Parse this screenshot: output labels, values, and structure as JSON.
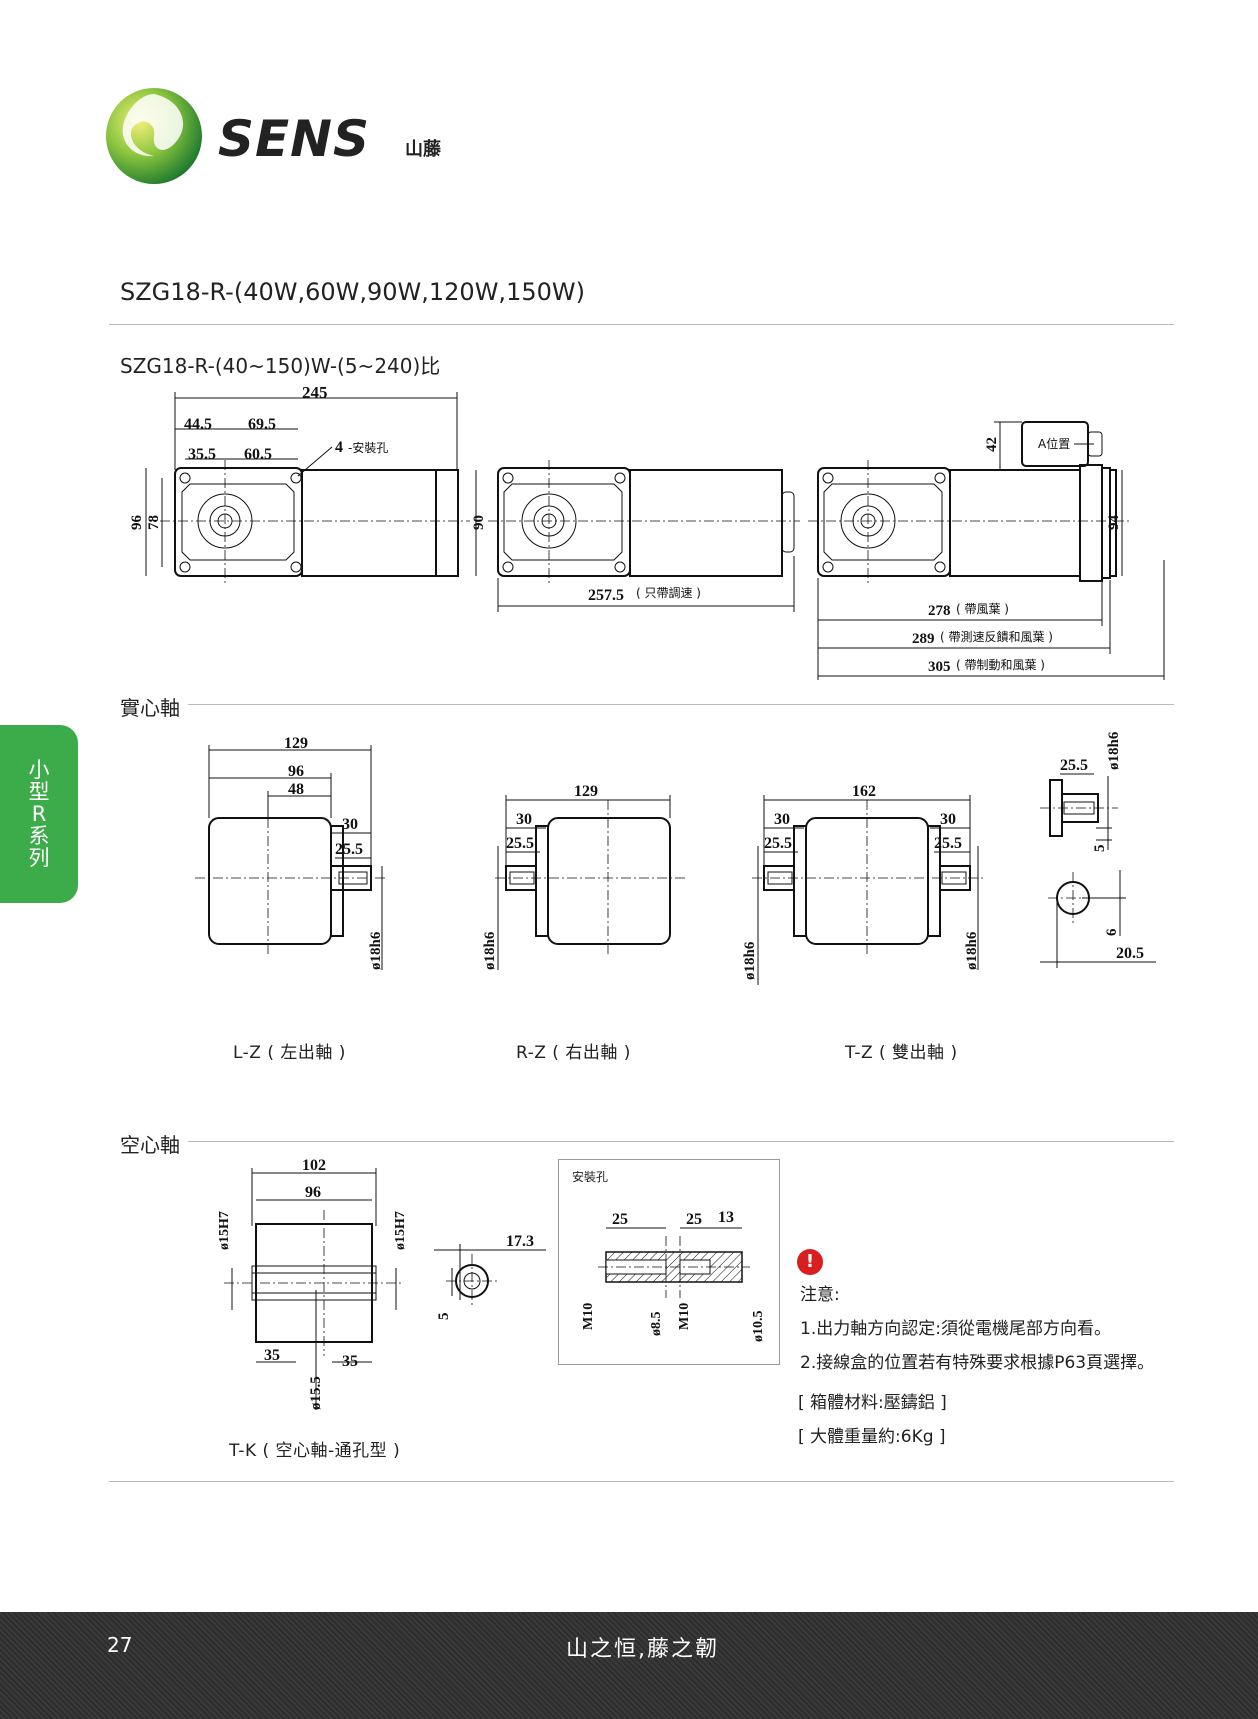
{
  "brand": {
    "logo_text": "SENS",
    "logo_cn": "山藤"
  },
  "header": {
    "model_title": "SZG18-R-(40W,60W,90W,120W,150W)",
    "sub_title": "SZG18-R-(40~150)W-(5~240)比"
  },
  "side_tab": {
    "chars": [
      "小",
      "型",
      "R",
      "系",
      "列"
    ]
  },
  "top_views": {
    "d245": "245",
    "d44_5": "44.5",
    "d69_5": "69.5",
    "d35_5": "35.5",
    "d60_5": "60.5",
    "holes": "4",
    "holes_label": "-安裝孔",
    "d96": "96",
    "d78": "78",
    "d90": "90",
    "d257_5": "257.5",
    "d257_5_note": "( 只帶調速 )",
    "d42": "42",
    "a_pos": "A位置",
    "d94": "94",
    "d278": "278",
    "d278_note": "( 帶風葉 )",
    "d289": "289",
    "d289_note": "( 帶測速反饋和風葉 )",
    "d305": "305",
    "d305_note": "( 帶制動和風葉 )"
  },
  "solid_shaft": {
    "label": "實心軸",
    "lz": {
      "d129": "129",
      "d96": "96",
      "d48": "48",
      "d30": "30",
      "d25_5": "25.5",
      "d18h6": "ø18h6",
      "caption": "L-Z ( 左出軸 )"
    },
    "rz": {
      "d129": "129",
      "d30": "30",
      "d25_5": "25.5",
      "d18h6": "ø18h6",
      "caption": "R-Z ( 右出軸 )"
    },
    "tz": {
      "d162": "162",
      "d30a": "30",
      "d25_5a": "25.5",
      "d30b": "30",
      "d25_5b": "25.5",
      "d18h6a": "ø18h6",
      "d18h6b": "ø18h6",
      "caption": "T-Z ( 雙出軸 )"
    },
    "detail": {
      "d25_5": "25.5",
      "d18h6": "ø18h6",
      "d5": "5",
      "d6": "6",
      "d20_5": "20.5"
    }
  },
  "hollow_shaft": {
    "label": "空心軸",
    "tk": {
      "d102": "102",
      "d96": "96",
      "d15h7a": "ø15H7",
      "d15h7b": "ø15H7",
      "d35a": "35",
      "d35b": "35",
      "d15_5": "ø15.5",
      "caption": "T-K ( 空心軸-通孔型 )"
    },
    "key": {
      "d17_3": "17.3",
      "d5": "5"
    },
    "mount": {
      "title": "安裝孔",
      "d25a": "25",
      "d25b": "25",
      "d13": "13",
      "m10a": "M10",
      "d8_5": "ø8.5",
      "m10b": "M10",
      "d10_5": "ø10.5"
    }
  },
  "notes": {
    "icon": "!",
    "title": "注意:",
    "items": [
      "1.出力軸方向認定:須從電機尾部方向看。",
      "2.接線盒的位置若有特殊要求根據P63頁選擇。"
    ],
    "material": "[ 箱體材料:壓鑄鋁 ]",
    "weight": "[ 大體重量約:6Kg ]"
  },
  "footer": {
    "page": "27",
    "slogan": "山之恒,藤之韌",
    "bg_color": "#333333"
  },
  "colors": {
    "accent_green": "#3cab4a",
    "warning_red": "#d81e1e"
  }
}
